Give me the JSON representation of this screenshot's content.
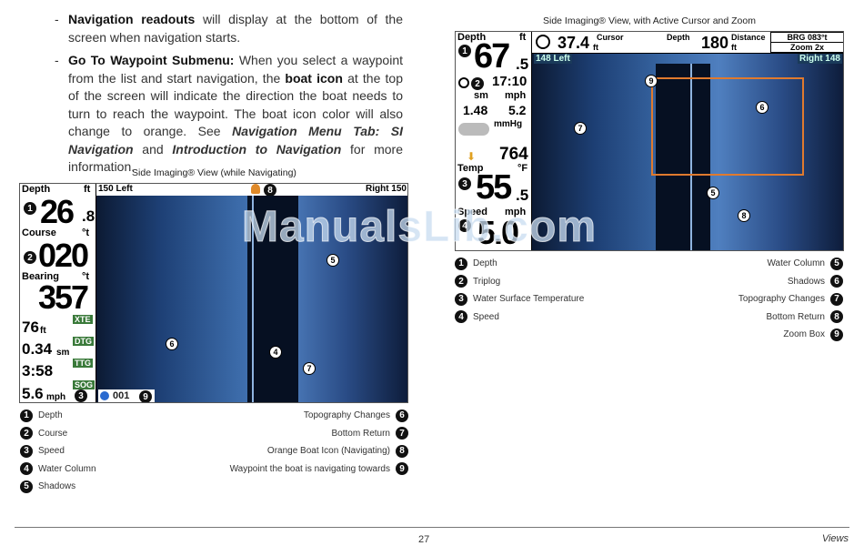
{
  "bullets": [
    {
      "bold": "Navigation readouts",
      "rest": " will display at the bottom of the screen when navigation starts."
    },
    {
      "bold": "Go To Waypoint Submenu:",
      "rest1": " When you select a waypoint from the list and start navigation, the ",
      "bold2": "boat icon",
      "rest2": " at the top of the screen will indicate the direction the boat needs to turn to reach the waypoint. The boat icon color will also change to orange. See ",
      "ital1": "Navigation Menu Tab: SI Navigation",
      "and": " and ",
      "ital2": "Introduction to Navigation",
      "tail": " for more information."
    }
  ],
  "left_figure": {
    "caption": "Side Imaging® View (while Navigating)",
    "panel": {
      "depth_label": "Depth",
      "depth_unit": "ft",
      "depth_value": "26",
      "depth_dec": ".8",
      "course_label": "Course",
      "course_unit": "°t",
      "course_value": "020",
      "bearing_label": "Bearing",
      "bearing_unit": "°t",
      "bearing_value": "357",
      "xte_value": "76",
      "xte_unit": "ft",
      "xte_tag": "XTE",
      "dtg_value": "0.34",
      "dtg_unit": "sm",
      "dtg_tag": "DTG",
      "ttg_value": "3:58",
      "ttg_tag": "TTG",
      "sog_value": "5.6",
      "sog_unit": "mph",
      "sog_tag": "SOG"
    },
    "header_left": "150 Left",
    "header_right": "Right 150",
    "waypoint_label": "001"
  },
  "right_figure": {
    "caption": "Side Imaging® View, with Active Cursor and Zoom",
    "panel": {
      "depth_label": "Depth",
      "depth_unit": "ft",
      "depth_value": "67",
      "depth_dec": ".5",
      "triplog_time": "17:10",
      "sm_label": "sm",
      "mph_label": "mph",
      "sm_value": "1.48",
      "mph_value": "5.2",
      "pressure_unit": "mmHg",
      "pressure_value": "764",
      "temp_label": "Temp",
      "temp_unit": "°F",
      "temp_value": "55",
      "temp_dec": ".5",
      "speed_label": "Speed",
      "speed_unit": "mph",
      "speed_value": "5.0"
    },
    "top": {
      "cursor_value": "37.4",
      "cursor_label": "Cursor",
      "cursor_unit": "ft",
      "depth_label": "Depth",
      "distance_value": "180",
      "distance_label": "Distance",
      "distance_unit": "ft",
      "brg": "BRG 083°t",
      "zoom": "Zoom 2x"
    },
    "header_left": "148 Left",
    "header_right": "Right 148"
  },
  "left_legend": {
    "left": [
      {
        "n": "1",
        "text": "Depth"
      },
      {
        "n": "2",
        "text": "Course"
      },
      {
        "n": "3",
        "text": "Speed"
      },
      {
        "n": "4",
        "text": "Water Column"
      },
      {
        "n": "5",
        "text": "Shadows"
      }
    ],
    "right": [
      {
        "n": "6",
        "text": "Topography Changes"
      },
      {
        "n": "7",
        "text": "Bottom Return"
      },
      {
        "n": "8",
        "text": "Orange Boat Icon (Navigating)"
      },
      {
        "n": "9",
        "text": "Waypoint the boat is navigating towards"
      }
    ]
  },
  "right_legend": {
    "left": [
      {
        "n": "1",
        "text": "Depth"
      },
      {
        "n": "2",
        "text": "Triplog"
      },
      {
        "n": "3",
        "text": "Water Surface Temperature"
      },
      {
        "n": "4",
        "text": "Speed"
      }
    ],
    "right": [
      {
        "n": "5",
        "text": "Water Column"
      },
      {
        "n": "6",
        "text": "Shadows"
      },
      {
        "n": "7",
        "text": "Topography Changes"
      },
      {
        "n": "8",
        "text": "Bottom Return"
      },
      {
        "n": "9",
        "text": "Zoom Box"
      }
    ]
  },
  "footer": {
    "page": "27",
    "section": "Views"
  },
  "watermark": "ManualsLib.com",
  "colors": {
    "zoom_box": "#e07a2e",
    "tag_green": "#3a7a3a",
    "boat_icon": "#e08a2a"
  }
}
